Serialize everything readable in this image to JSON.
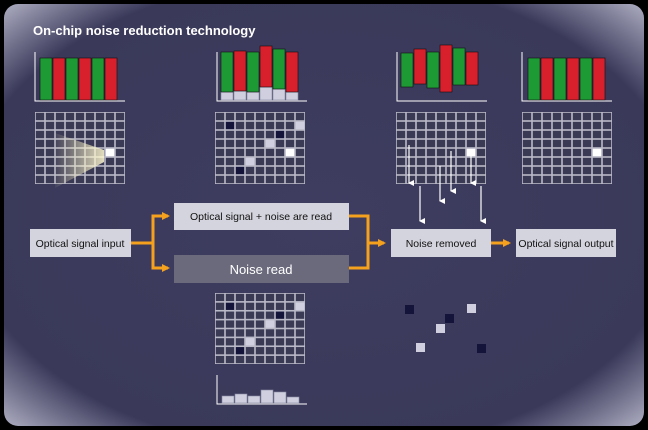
{
  "title": "On-chip noise reduction technology",
  "labels": {
    "input": "Optical signal input",
    "signal_plus_noise": "Optical signal + noise are read",
    "noise_read": "Noise read",
    "noise_removed": "Noise removed",
    "output": "Optical signal output"
  },
  "colors": {
    "background": "#3d3c5e",
    "bar_green": "#1e9a35",
    "bar_red": "#d8202c",
    "arrow_orange": "#f5a11d",
    "label_box": "#d4d4de",
    "noise_box": "#6a6a7c",
    "grid_cell": "#3b3a55",
    "grid_line": "#b9b9c8",
    "noise_light": "#cfcfe0",
    "noise_dark": "#14143a"
  },
  "icons": [
    "light-beam-icon",
    "arrow-right-icon",
    "arrow-down-icon"
  ]
}
